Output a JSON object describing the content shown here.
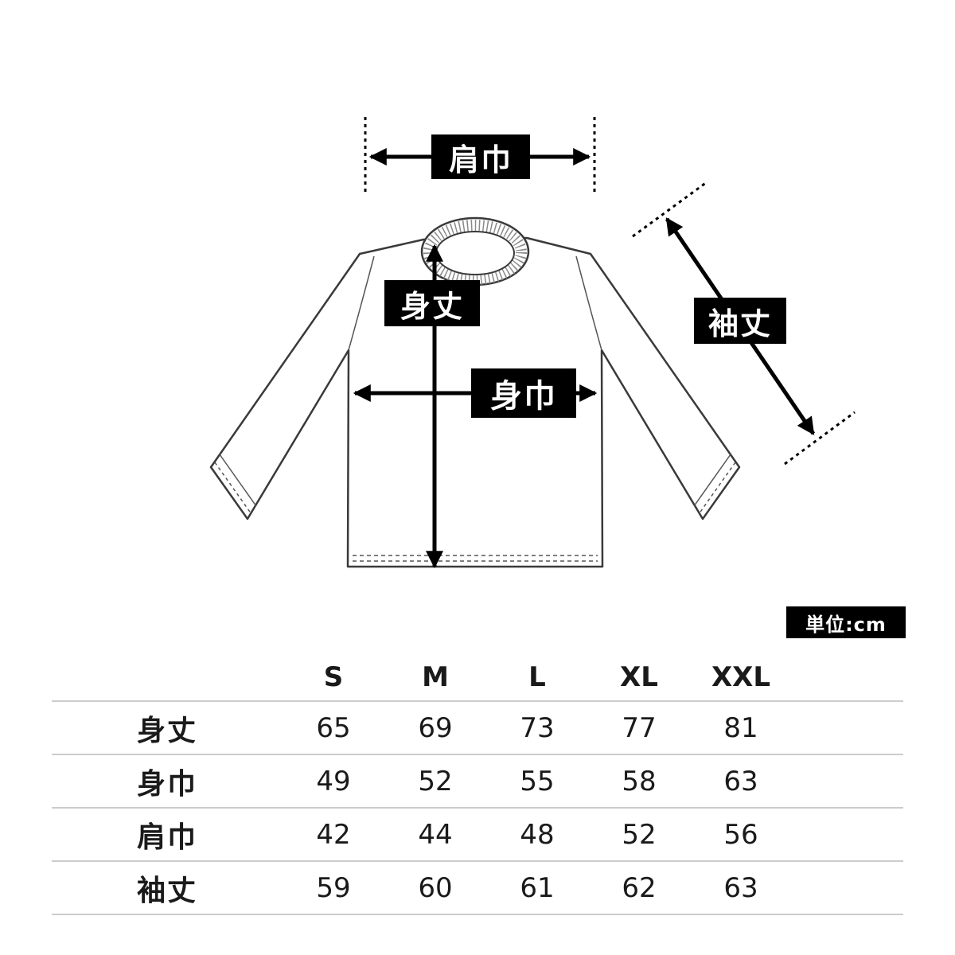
{
  "diagram": {
    "labels": {
      "shoulder_width": "肩巾",
      "body_length": "身丈",
      "body_width": "身巾",
      "sleeve_length": "袖丈"
    },
    "unit_badge": "単位:cm"
  },
  "size_table": {
    "columns": [
      "S",
      "M",
      "L",
      "XL",
      "XXL"
    ],
    "rows": [
      {
        "label": "身丈",
        "values": [
          65,
          69,
          73,
          77,
          81
        ]
      },
      {
        "label": "身巾",
        "values": [
          49,
          52,
          55,
          58,
          63
        ]
      },
      {
        "label": "肩巾",
        "values": [
          42,
          44,
          48,
          52,
          56
        ]
      },
      {
        "label": "袖丈",
        "values": [
          59,
          60,
          61,
          62,
          63
        ]
      }
    ]
  }
}
